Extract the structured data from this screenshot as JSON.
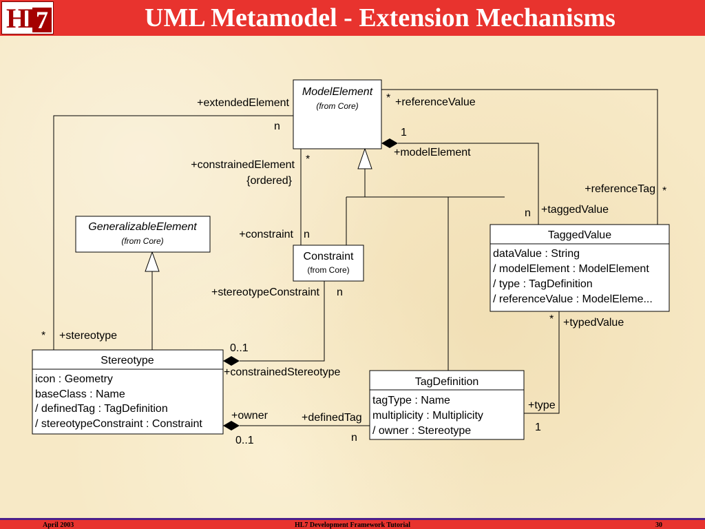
{
  "header": {
    "title": "UML Metamodel - Extension Mechanisms",
    "logo_text": "HL7"
  },
  "classes": {
    "model_element": {
      "name": "ModelElement",
      "source": "(from Core)"
    },
    "generalizable_element": {
      "name": "GeneralizableElement",
      "source": "(from Core)"
    },
    "constraint": {
      "name": "Constraint",
      "source": "(from Core)"
    },
    "tagged_value": {
      "name": "TaggedValue",
      "attributes": [
        "dataValue : String",
        "/ modelElement : ModelElement",
        "/ type : TagDefinition",
        "/ referenceValue : ModelEleme..."
      ]
    },
    "stereotype": {
      "name": "Stereotype",
      "attributes": [
        "icon : Geometry",
        "baseClass : Name",
        "/ definedTag : TagDefinition",
        "/ stereotypeConstraint : Constraint"
      ]
    },
    "tag_definition": {
      "name": "TagDefinition",
      "attributes": [
        "tagType : Name",
        "multiplicity : Multiplicity",
        "/ owner : Stereotype"
      ]
    }
  },
  "labels": {
    "extended_element": "+extendedElement",
    "n_extended": "n",
    "star_reference_value": "*",
    "reference_value": "+referenceValue",
    "one_model_element": "1",
    "model_element_role": "+modelElement",
    "constrained_element": "+constrainedElement",
    "ordered": "{ordered}",
    "star_constrained": "*",
    "reference_tag": "+referenceTag",
    "star_reference_tag": "*",
    "n_tagged": "n",
    "tagged_value_role": "+taggedValue",
    "constraint_role": "+constraint",
    "n_constraint": "n",
    "stereotype_constraint": "+stereotypeConstraint",
    "n_stereotype_constraint": "n",
    "star_typed": "*",
    "typed_value": "+typedValue",
    "star_stereotype": "*",
    "stereotype_role": "+stereotype",
    "zero_one_constrained": "0..1",
    "constrained_stereotype": "+constrainedStereotype",
    "type_role": "+type",
    "one_type": "1",
    "owner_role": "+owner",
    "defined_tag": "+definedTag",
    "zero_one_owner": "0..1",
    "n_defined": "n"
  },
  "footer": {
    "left": "April 2003",
    "center": "HL7 Development Framework Tutorial",
    "right": "30"
  },
  "colors": {
    "header_bg": "#e8332e",
    "background": "#f7e9c6",
    "footer_border": "#4a1f8c"
  }
}
